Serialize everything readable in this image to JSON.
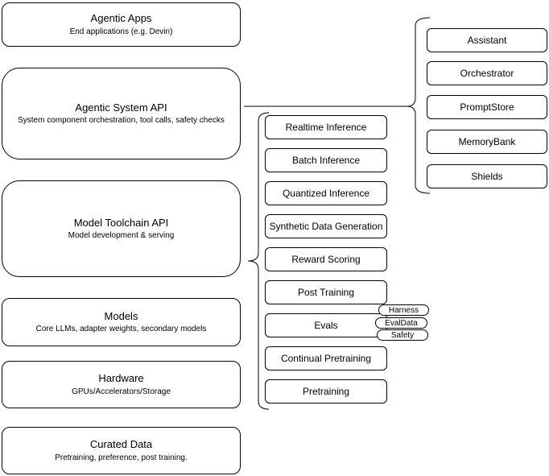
{
  "diagram": {
    "left_column": [
      {
        "title": "Agentic Apps",
        "subtitle": "End applications (e.g. Devin)"
      },
      {
        "title": "Agentic System API",
        "subtitle": "System component orchestration, tool calls, safety checks"
      },
      {
        "title": "Model Toolchain API",
        "subtitle": "Model development & serving"
      },
      {
        "title": "Models",
        "subtitle": "Core LLMs, adapter weights, secondary models"
      },
      {
        "title": "Hardware",
        "subtitle": "GPUs/Accelerators/Storage"
      },
      {
        "title": "Curated Data",
        "subtitle": "Pretraining, preference, post training."
      }
    ],
    "toolchain_services": [
      "Realtime Inference",
      "Batch Inference",
      "Quantized Inference",
      "Synthetic Data Generation",
      "Reward Scoring",
      "Post Training",
      "Evals",
      "Continual Pretraining",
      "Pretraining"
    ],
    "eval_components": [
      "Harness",
      "EvalData",
      "Safety"
    ],
    "system_components": [
      "Assistant",
      "Orchestrator",
      "PromptStore",
      "MemoryBank",
      "Shields"
    ],
    "colors": {
      "stroke": "#000000",
      "fill": "#ffffff",
      "text": "#000000",
      "background": "#ffffff"
    }
  }
}
